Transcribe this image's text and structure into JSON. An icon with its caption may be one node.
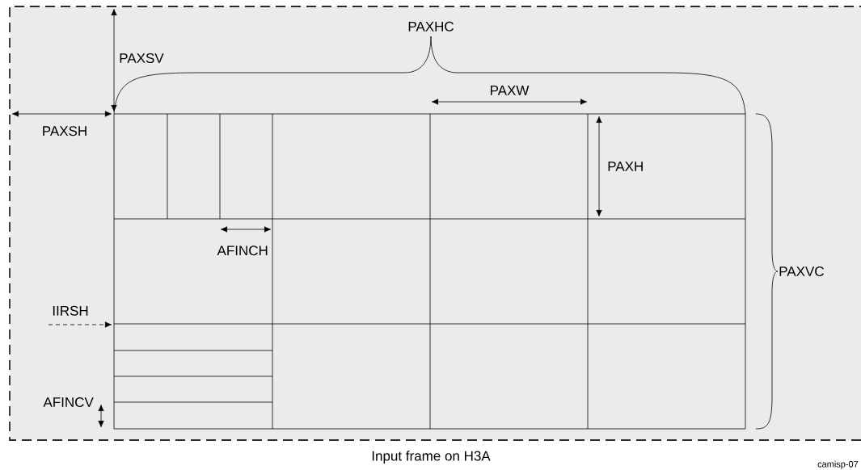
{
  "diagram": {
    "caption": "Input frame on H3A",
    "labels": [
      "PAXHC",
      "PAXSV",
      "PAXW",
      "PAXSH",
      "PAXH",
      "AFINCH",
      "PAXVC",
      "IIRSH",
      "AFINCV",
      "camisp-07"
    ]
  }
}
